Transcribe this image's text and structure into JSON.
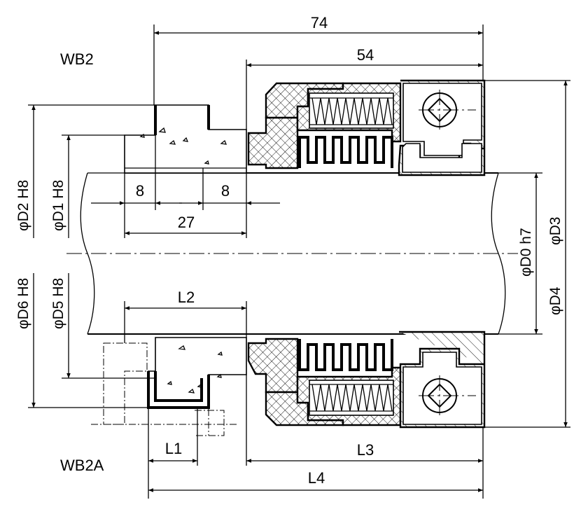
{
  "variants": {
    "top": "WB2",
    "bottom": "WB2A"
  },
  "dimensions": {
    "overall_length": "74",
    "housing_length": "54",
    "seat_left": "8",
    "seat_right": "8",
    "seat_total": "27",
    "l1": "L1",
    "l2": "L2",
    "l3": "L3",
    "l4": "L4"
  },
  "diameters": {
    "d2": "φD2 H8",
    "d1": "φD1 H8",
    "d6": "φD6 H8",
    "d5": "φD5 H8",
    "d0": "φD0 h7",
    "d3": "φD3",
    "d4": "φD4"
  }
}
